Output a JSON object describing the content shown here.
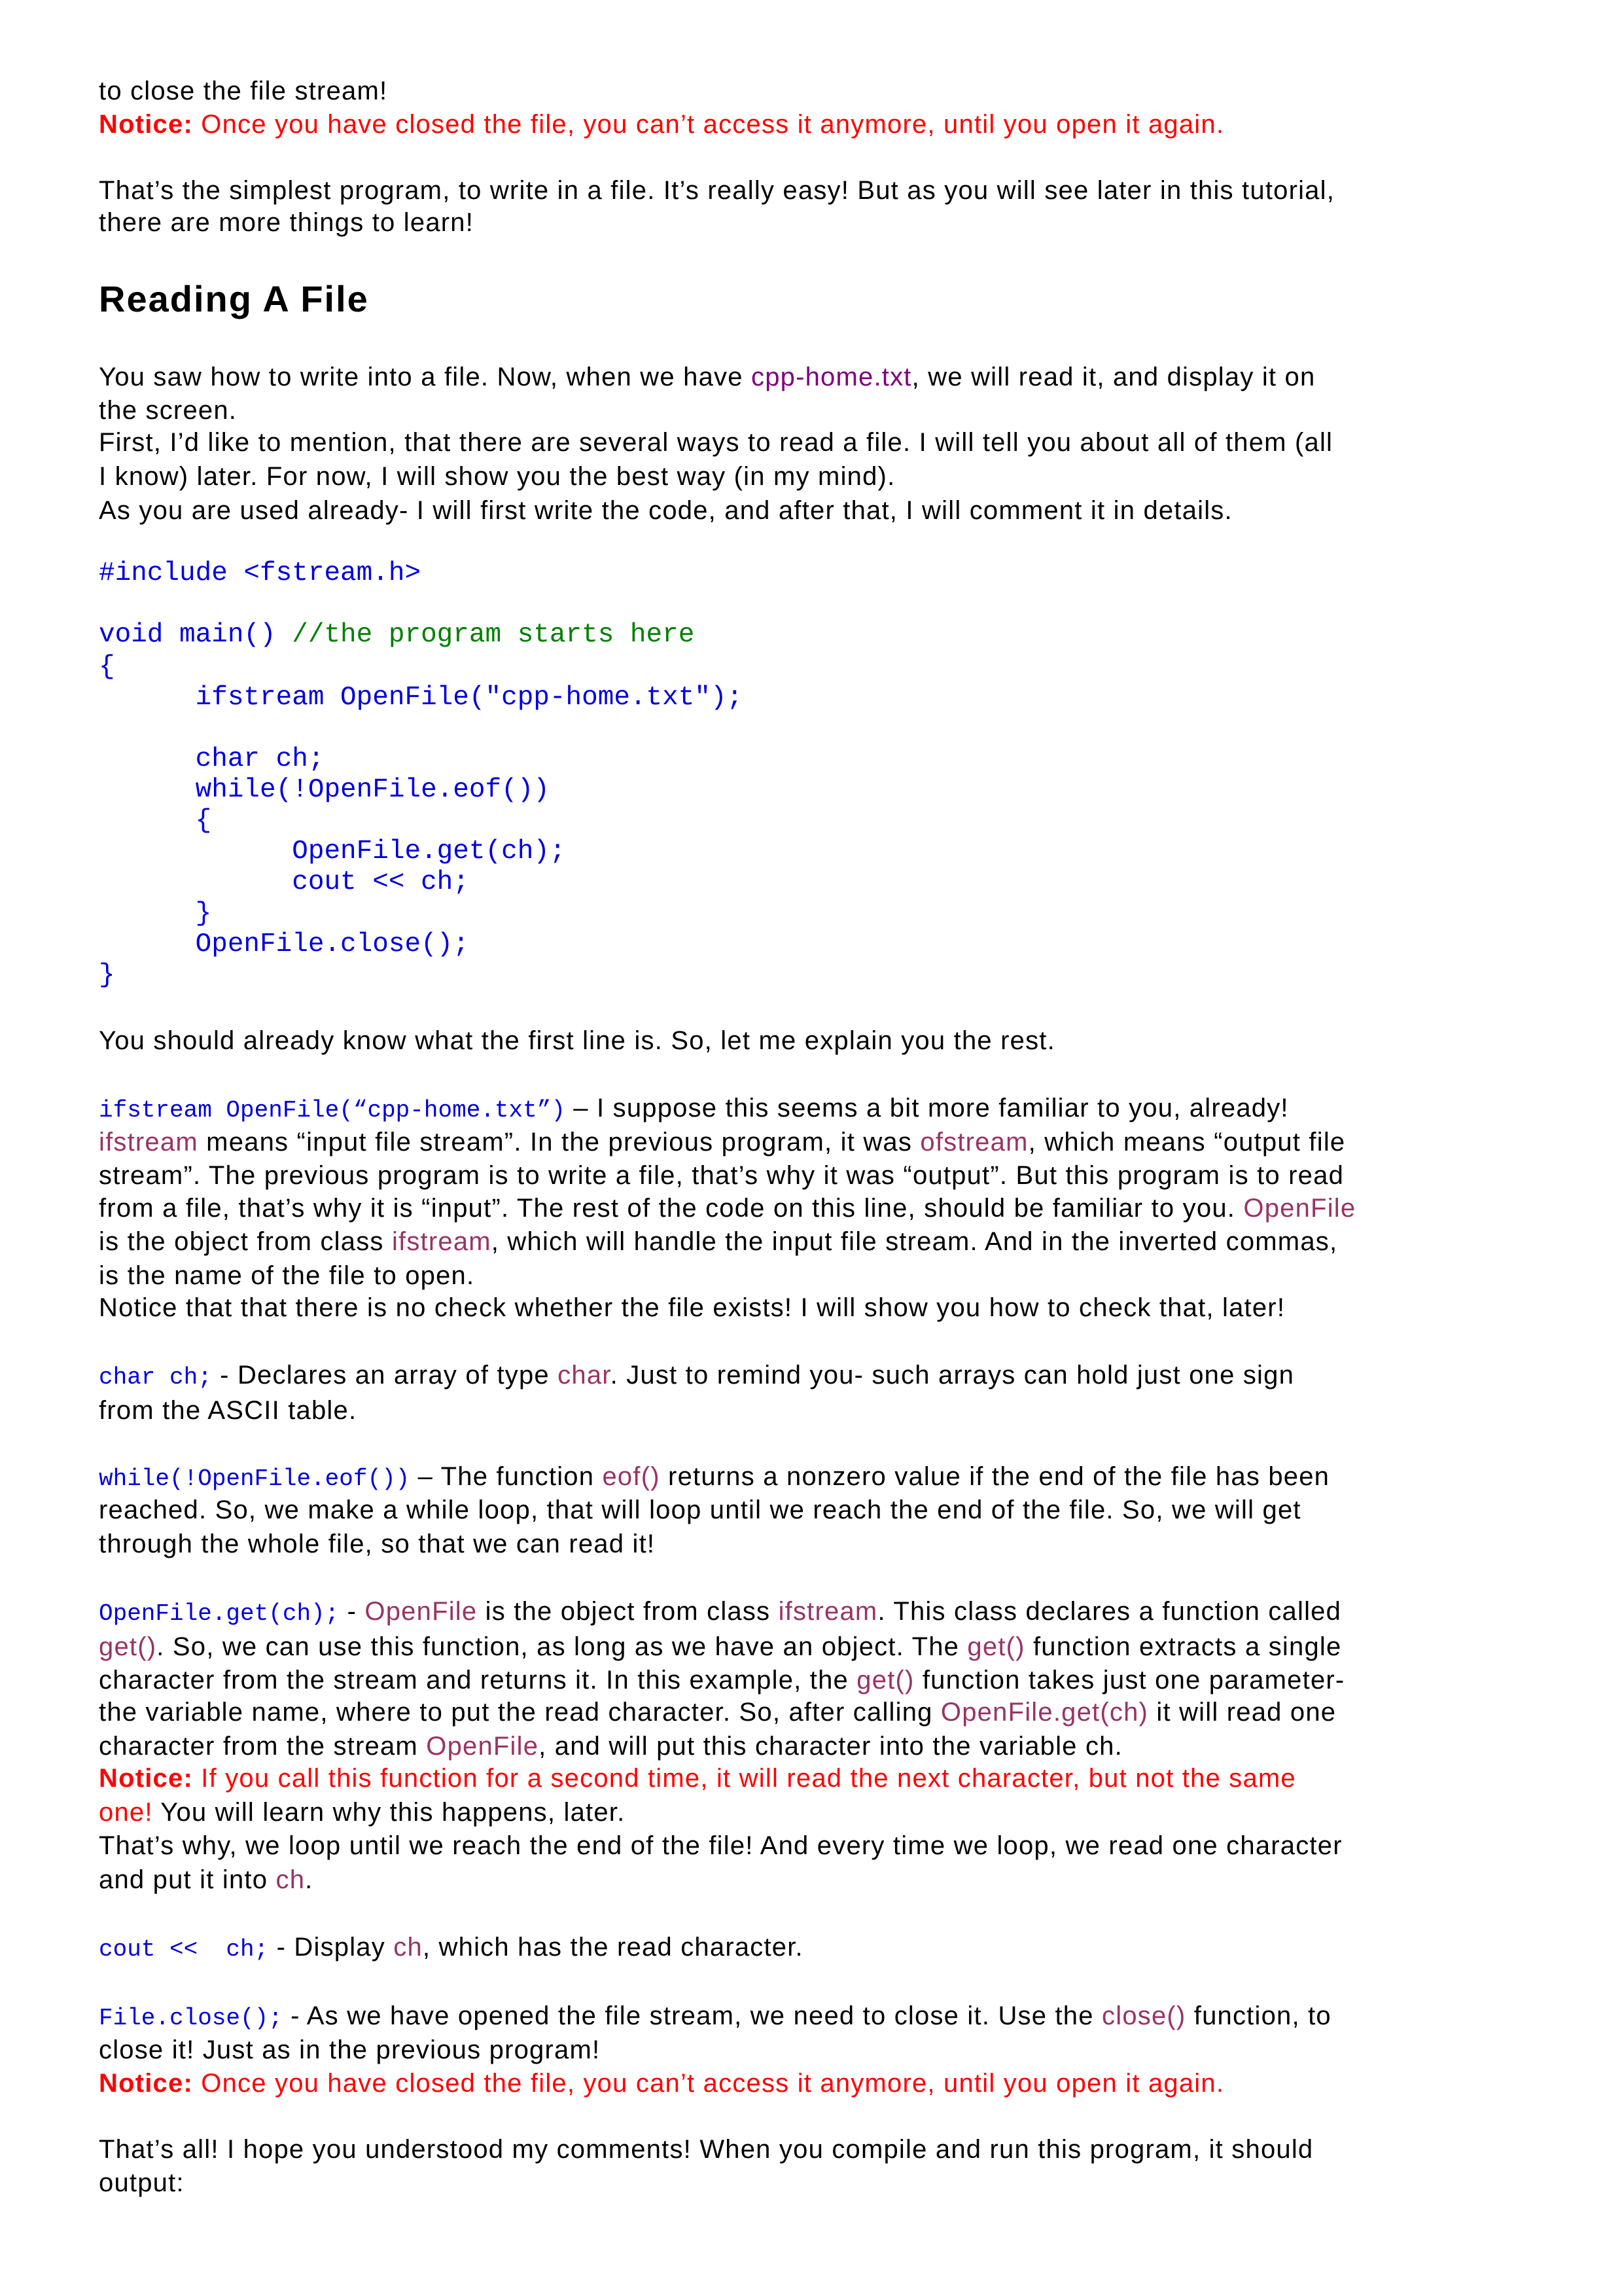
{
  "document": {
    "heading": "Reading A File",
    "colors": {
      "text": "#000000",
      "notice": "#ff0000",
      "keyword": "#993366",
      "filename": "#800080",
      "code": "#0000dd",
      "comment": "#008000"
    },
    "lines": [
      {
        "kind": "text",
        "segments": [
          {
            "style": "normal",
            "text": "to close the file stream!"
          }
        ]
      },
      {
        "kind": "text",
        "segments": [
          {
            "style": "notice-label",
            "text": "Notice:"
          },
          {
            "style": "notice",
            "text": " Once you have closed the file, you can’t access it anymore, until you open it again."
          }
        ]
      },
      {
        "kind": "text",
        "segments": [
          {
            "style": "normal",
            "text": "That’s the simplest program, to write in a file. It’s really easy! But as you will see later in this tutorial,"
          }
        ]
      },
      {
        "kind": "text",
        "segments": [
          {
            "style": "normal",
            "text": "there are more things to learn!"
          }
        ]
      },
      {
        "kind": "heading",
        "segments": [
          {
            "style": "normal",
            "text": "Reading A File"
          }
        ]
      },
      {
        "kind": "text",
        "segments": [
          {
            "style": "normal",
            "text": "You saw how to write into a file. Now, when we have "
          },
          {
            "style": "file",
            "text": "cpp-home.txt"
          },
          {
            "style": "normal",
            "text": ", we will read it, and display it on"
          }
        ]
      },
      {
        "kind": "text",
        "segments": [
          {
            "style": "normal",
            "text": "the screen."
          }
        ]
      },
      {
        "kind": "text",
        "segments": [
          {
            "style": "normal",
            "text": "First, I’d like to mention, that there are several ways to read a file. I will tell you about all of them (all"
          }
        ]
      },
      {
        "kind": "text",
        "segments": [
          {
            "style": "normal",
            "text": "I know) later. For now, I will show you the best way (in my mind)."
          }
        ]
      },
      {
        "kind": "text",
        "segments": [
          {
            "style": "normal",
            "text": "As you are used already- I will first write the code, and after that, I will comment it in details."
          }
        ]
      },
      {
        "kind": "code",
        "segments": [
          {
            "style": "code-block",
            "text": "#include <fstream.h>"
          }
        ]
      },
      {
        "kind": "code",
        "segments": [
          {
            "style": "code-block",
            "text": "void main() "
          },
          {
            "style": "comment",
            "text": "//the program starts here"
          }
        ]
      },
      {
        "kind": "code",
        "segments": [
          {
            "style": "code-block",
            "text": "{"
          }
        ]
      },
      {
        "kind": "code",
        "segments": [
          {
            "style": "code-block",
            "text": "      ifstream OpenFile(\"cpp-home.txt\");"
          }
        ]
      },
      {
        "kind": "code",
        "segments": [
          {
            "style": "code-block",
            "text": "      char ch;"
          }
        ]
      },
      {
        "kind": "code",
        "segments": [
          {
            "style": "code-block",
            "text": "      while(!OpenFile.eof())"
          }
        ]
      },
      {
        "kind": "code",
        "segments": [
          {
            "style": "code-block",
            "text": "      {"
          }
        ]
      },
      {
        "kind": "code",
        "segments": [
          {
            "style": "code-block",
            "text": "            OpenFile.get(ch);"
          }
        ]
      },
      {
        "kind": "code",
        "segments": [
          {
            "style": "code-block",
            "text": "            cout << ch;"
          }
        ]
      },
      {
        "kind": "code",
        "segments": [
          {
            "style": "code-block",
            "text": "      }"
          }
        ]
      },
      {
        "kind": "code",
        "segments": [
          {
            "style": "code-block",
            "text": "      OpenFile.close();"
          }
        ]
      },
      {
        "kind": "code",
        "segments": [
          {
            "style": "code-block",
            "text": "}"
          }
        ]
      },
      {
        "kind": "text",
        "segments": [
          {
            "style": "normal",
            "text": "You should already know what the first line is. So, let me explain you the rest."
          }
        ]
      },
      {
        "kind": "text",
        "segments": [
          {
            "style": "code",
            "text": "ifstream OpenFile(“cpp-home.txt”)"
          },
          {
            "style": "normal",
            "text": " – I suppose this seems a bit more familiar to you, already!"
          }
        ]
      },
      {
        "kind": "text",
        "segments": [
          {
            "style": "keyword",
            "text": "ifstream"
          },
          {
            "style": "normal",
            "text": " means “input file stream”. In the previous program, it was "
          },
          {
            "style": "keyword",
            "text": "ofstream"
          },
          {
            "style": "normal",
            "text": ", which means “output file"
          }
        ]
      },
      {
        "kind": "text",
        "segments": [
          {
            "style": "normal",
            "text": "stream”. The previous program is to write a file, that’s why it was “output”. But this program is to read"
          }
        ]
      },
      {
        "kind": "text",
        "segments": [
          {
            "style": "normal",
            "text": "from a file, that’s why it is “input”. The rest of the code on this line, should be familiar to you. "
          },
          {
            "style": "keyword",
            "text": "OpenFile"
          }
        ]
      },
      {
        "kind": "text",
        "segments": [
          {
            "style": "normal",
            "text": "is the object from class "
          },
          {
            "style": "keyword",
            "text": "ifstream"
          },
          {
            "style": "normal",
            "text": ", which will handle the input file stream. And in the inverted commas,"
          }
        ]
      },
      {
        "kind": "text",
        "segments": [
          {
            "style": "normal",
            "text": "is the name of the file to open."
          }
        ]
      },
      {
        "kind": "text",
        "segments": [
          {
            "style": "normal",
            "text": "Notice that that there is no check whether the file exists! I will show you how to check that, later!"
          }
        ]
      },
      {
        "kind": "text",
        "segments": [
          {
            "style": "code",
            "text": "char ch;"
          },
          {
            "style": "normal",
            "text": " - Declares an array of type "
          },
          {
            "style": "keyword",
            "text": "char"
          },
          {
            "style": "normal",
            "text": ". Just to remind you- such arrays can hold just one sign"
          }
        ]
      },
      {
        "kind": "text",
        "segments": [
          {
            "style": "normal",
            "text": "from the ASCII table."
          }
        ]
      },
      {
        "kind": "text",
        "segments": [
          {
            "style": "code",
            "text": "while(!OpenFile.eof())"
          },
          {
            "style": "normal",
            "text": " – The function "
          },
          {
            "style": "keyword",
            "text": "eof()"
          },
          {
            "style": "normal",
            "text": " returns a nonzero value if the end of the file has been"
          }
        ]
      },
      {
        "kind": "text",
        "segments": [
          {
            "style": "normal",
            "text": "reached. So, we make a while loop, that will loop until we reach the end of the file. So, we will get"
          }
        ]
      },
      {
        "kind": "text",
        "segments": [
          {
            "style": "normal",
            "text": "through the whole file, so that we can read it!"
          }
        ]
      },
      {
        "kind": "text",
        "segments": [
          {
            "style": "code",
            "text": "OpenFile.get(ch);"
          },
          {
            "style": "normal",
            "text": " - "
          },
          {
            "style": "keyword",
            "text": "OpenFile"
          },
          {
            "style": "normal",
            "text": " is the object from class "
          },
          {
            "style": "keyword",
            "text": "ifstream"
          },
          {
            "style": "normal",
            "text": ". This class declares a function called"
          }
        ]
      },
      {
        "kind": "text",
        "segments": [
          {
            "style": "keyword",
            "text": "get()"
          },
          {
            "style": "normal",
            "text": ". So, we can use this function, as long as we have an object. The "
          },
          {
            "style": "keyword",
            "text": "get()"
          },
          {
            "style": "normal",
            "text": " function extracts a single"
          }
        ]
      },
      {
        "kind": "text",
        "segments": [
          {
            "style": "normal",
            "text": "character from the stream and returns it. In this example, the "
          },
          {
            "style": "keyword",
            "text": "get()"
          },
          {
            "style": "normal",
            "text": " function takes just one parameter-"
          }
        ]
      },
      {
        "kind": "text",
        "segments": [
          {
            "style": "normal",
            "text": "the variable name, where to put the read character. So, after calling "
          },
          {
            "style": "keyword",
            "text": "OpenFile.get(ch)"
          },
          {
            "style": "normal",
            "text": " it will read one"
          }
        ]
      },
      {
        "kind": "text",
        "segments": [
          {
            "style": "normal",
            "text": "character from the stream "
          },
          {
            "style": "keyword",
            "text": "OpenFile"
          },
          {
            "style": "normal",
            "text": ", and will put this character into the variable ch."
          }
        ]
      },
      {
        "kind": "text",
        "segments": [
          {
            "style": "notice-label",
            "text": "Notice:"
          },
          {
            "style": "notice",
            "text": " If you call this function for a second time, it will read the next character, but not the same"
          }
        ]
      },
      {
        "kind": "text",
        "segments": [
          {
            "style": "notice",
            "text": "one!"
          },
          {
            "style": "normal",
            "text": " You will learn why this happens, later."
          }
        ]
      },
      {
        "kind": "text",
        "segments": [
          {
            "style": "normal",
            "text": "That’s why, we loop until we reach the end of the file! And every time we loop, we read one character"
          }
        ]
      },
      {
        "kind": "text",
        "segments": [
          {
            "style": "normal",
            "text": "and put it into "
          },
          {
            "style": "keyword",
            "text": "ch"
          },
          {
            "style": "normal",
            "text": "."
          }
        ]
      },
      {
        "kind": "text",
        "segments": [
          {
            "style": "code",
            "text": "cout <<  ch;"
          },
          {
            "style": "normal",
            "text": " - Display "
          },
          {
            "style": "keyword",
            "text": "ch"
          },
          {
            "style": "normal",
            "text": ", which has the read character."
          }
        ]
      },
      {
        "kind": "text",
        "segments": [
          {
            "style": "code",
            "text": "File.close();"
          },
          {
            "style": "normal",
            "text": " - As we have opened the file stream, we need to close it. Use the "
          },
          {
            "style": "keyword",
            "text": "close()"
          },
          {
            "style": "normal",
            "text": " function, to"
          }
        ]
      },
      {
        "kind": "text",
        "segments": [
          {
            "style": "normal",
            "text": "close it! Just as in the previous program!"
          }
        ]
      },
      {
        "kind": "text",
        "segments": [
          {
            "style": "notice-label",
            "text": "Notice:"
          },
          {
            "style": "notice",
            "text": " Once you have closed the file, you can’t access it anymore, until you open it again."
          }
        ]
      },
      {
        "kind": "text",
        "segments": [
          {
            "style": "normal",
            "text": "That’s all! I hope you understood my comments! When you compile and run this program, it should"
          }
        ]
      },
      {
        "kind": "text",
        "segments": [
          {
            "style": "normal",
            "text": "output:"
          }
        ]
      }
    ]
  }
}
